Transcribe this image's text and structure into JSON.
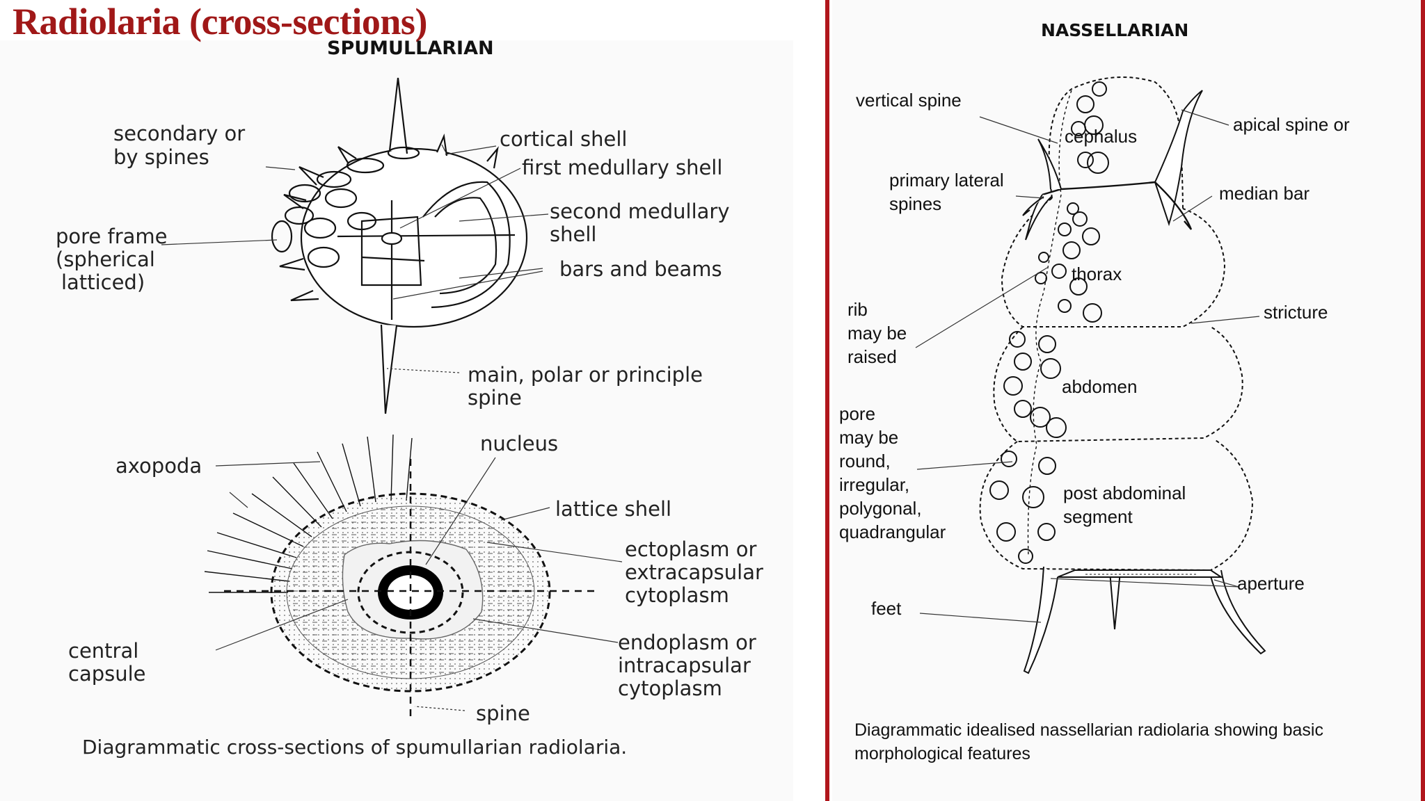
{
  "title": "Radiolaria (cross-sections)",
  "colors": {
    "accent": "#a01818",
    "divider": "#b0161c"
  },
  "spumellarian": {
    "heading": "SPUMULLARIAN",
    "top_labels": {
      "secondary_spines": [
        "secondary or",
        "by spines"
      ],
      "cortical_shell": "cortical shell",
      "first_medullary": "first medullary shell",
      "second_medullary": [
        "second medullary",
        "shell"
      ],
      "pore_frame": [
        "pore frame",
        "(spherical",
        "latticed)"
      ],
      "bars_beams": "bars and beams",
      "main_spine": [
        "main, polar or principle",
        "spine"
      ]
    },
    "bottom_labels": {
      "axopoda": "axopoda",
      "nucleus": "nucleus",
      "lattice_shell": "lattice shell",
      "ectoplasm": [
        "ectoplasm or",
        "extracapsular",
        "cytoplasm"
      ],
      "central_capsule": [
        "central",
        "capsule"
      ],
      "endoplasm": [
        "endoplasm or",
        "intracapsular",
        "cytoplasm"
      ],
      "spine": "spine"
    },
    "caption": "Diagrammatic cross-sections of spumullarian radiolaria."
  },
  "nassellarian": {
    "heading": "NASSELLARIAN",
    "labels": {
      "vertical_spine": "vertical spine",
      "cephalus": "cephalus",
      "apical_spine": "apical spine or",
      "primary_lateral": [
        "primary lateral",
        "spines"
      ],
      "median_bar": "median bar",
      "thorax": "thorax",
      "rib": [
        "rib",
        "may be",
        "raised"
      ],
      "stricture": "stricture",
      "abdomen": "abdomen",
      "pore": [
        "pore",
        "may be",
        "round,",
        "irregular,",
        "polygonal,",
        "quadrangular"
      ],
      "post_abdominal": [
        "post abdominal",
        "segment"
      ],
      "aperture": "aperture",
      "feet": "feet"
    },
    "caption": [
      "Diagrammatic idealised nassellarian radiolaria showing basic",
      "morphological features"
    ]
  }
}
